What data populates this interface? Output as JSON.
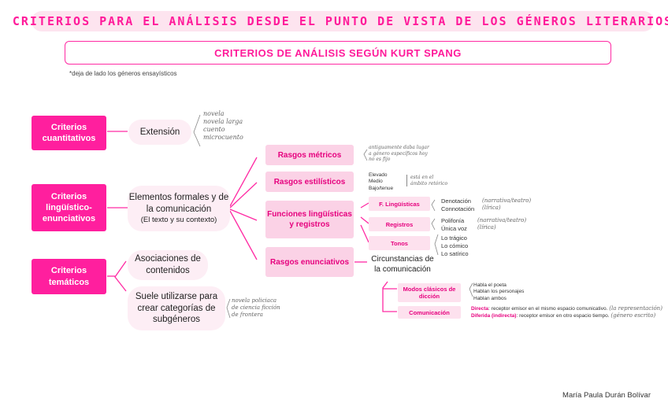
{
  "title": "CRITERIOS PARA EL ANÁLISIS DESDE EL PUNTO DE VISTA DE LOS GÉNEROS LITERARIOS",
  "subtitle": "CRITERIOS DE ANÁLISIS SEGÚN KURT SPANG",
  "note": "*deja de lado los géneros ensayísticos",
  "criteria": {
    "cuantitativos": "Criterios cuantitativos",
    "linguistico": "Criterios lingüístico-enunciativos",
    "tematicos": "Criterios temáticos"
  },
  "extension": {
    "label": "Extensión",
    "items": [
      "novela",
      "novela larga",
      "cuento",
      "microcuento"
    ]
  },
  "formales": {
    "label": "Elementos formales y de la comunicación",
    "sub": "(El texto y su contexto)"
  },
  "asociaciones": "Asociaciones de contenidos",
  "suele": {
    "label": "Suele utilizarse para crear categorías de subgéneros",
    "notes": [
      "novela policiaca",
      "de ciencia ficción",
      "de frontera"
    ]
  },
  "rasgos_metricos": {
    "label": "Rasgos métricos",
    "note": [
      "antiguamente daba lugar",
      "a género específicos hoy",
      "no es fijo"
    ]
  },
  "rasgos_estilisticos": {
    "label": "Rasgos estilísticos",
    "levels": [
      "Elevado",
      "Medio",
      "Bajo/tenue"
    ],
    "note": [
      "está en el",
      "ámbito retórico"
    ]
  },
  "funciones": {
    "label": "Funciones lingüísticas y registros",
    "f_ling": {
      "label": "F. Lingüísticas",
      "items": [
        "Denotación",
        "Connotación"
      ],
      "notes": [
        "(narrativa/teatro)",
        "(lírica)"
      ]
    },
    "registros": {
      "label": "Registros",
      "items": [
        "Polifonía",
        "Única voz"
      ],
      "notes": [
        "(narrativa/teatro)",
        "(lírica)"
      ]
    },
    "tonos": {
      "label": "Tonos",
      "items": [
        "Lo trágico",
        "Lo cómico",
        "Lo satírico"
      ]
    }
  },
  "rasgos_enunciativos": {
    "label": "Rasgos enunciativos",
    "circ": "Circunstancias de la comunicación",
    "modos": {
      "label": "Modos clásicos de dicción",
      "items": [
        "Habla el poeta",
        "Hablan los personajes",
        "Hablan ambos"
      ]
    },
    "comunicacion": {
      "label": "Comunicación",
      "directa_key": "Directa",
      "directa_text": "receptor emisor en el mismo espacio comunicativo.",
      "directa_note": "(la representación)",
      "diferida_key": "Diferida (indirecta)",
      "diferida_text": "receptor emisor en otro espacio tiempo.",
      "diferida_note": "(género escrito)"
    }
  },
  "author": "María Paula Durán Bolívar",
  "colors": {
    "accent": "#ff1f9e",
    "light": "#fbd2e6"
  }
}
